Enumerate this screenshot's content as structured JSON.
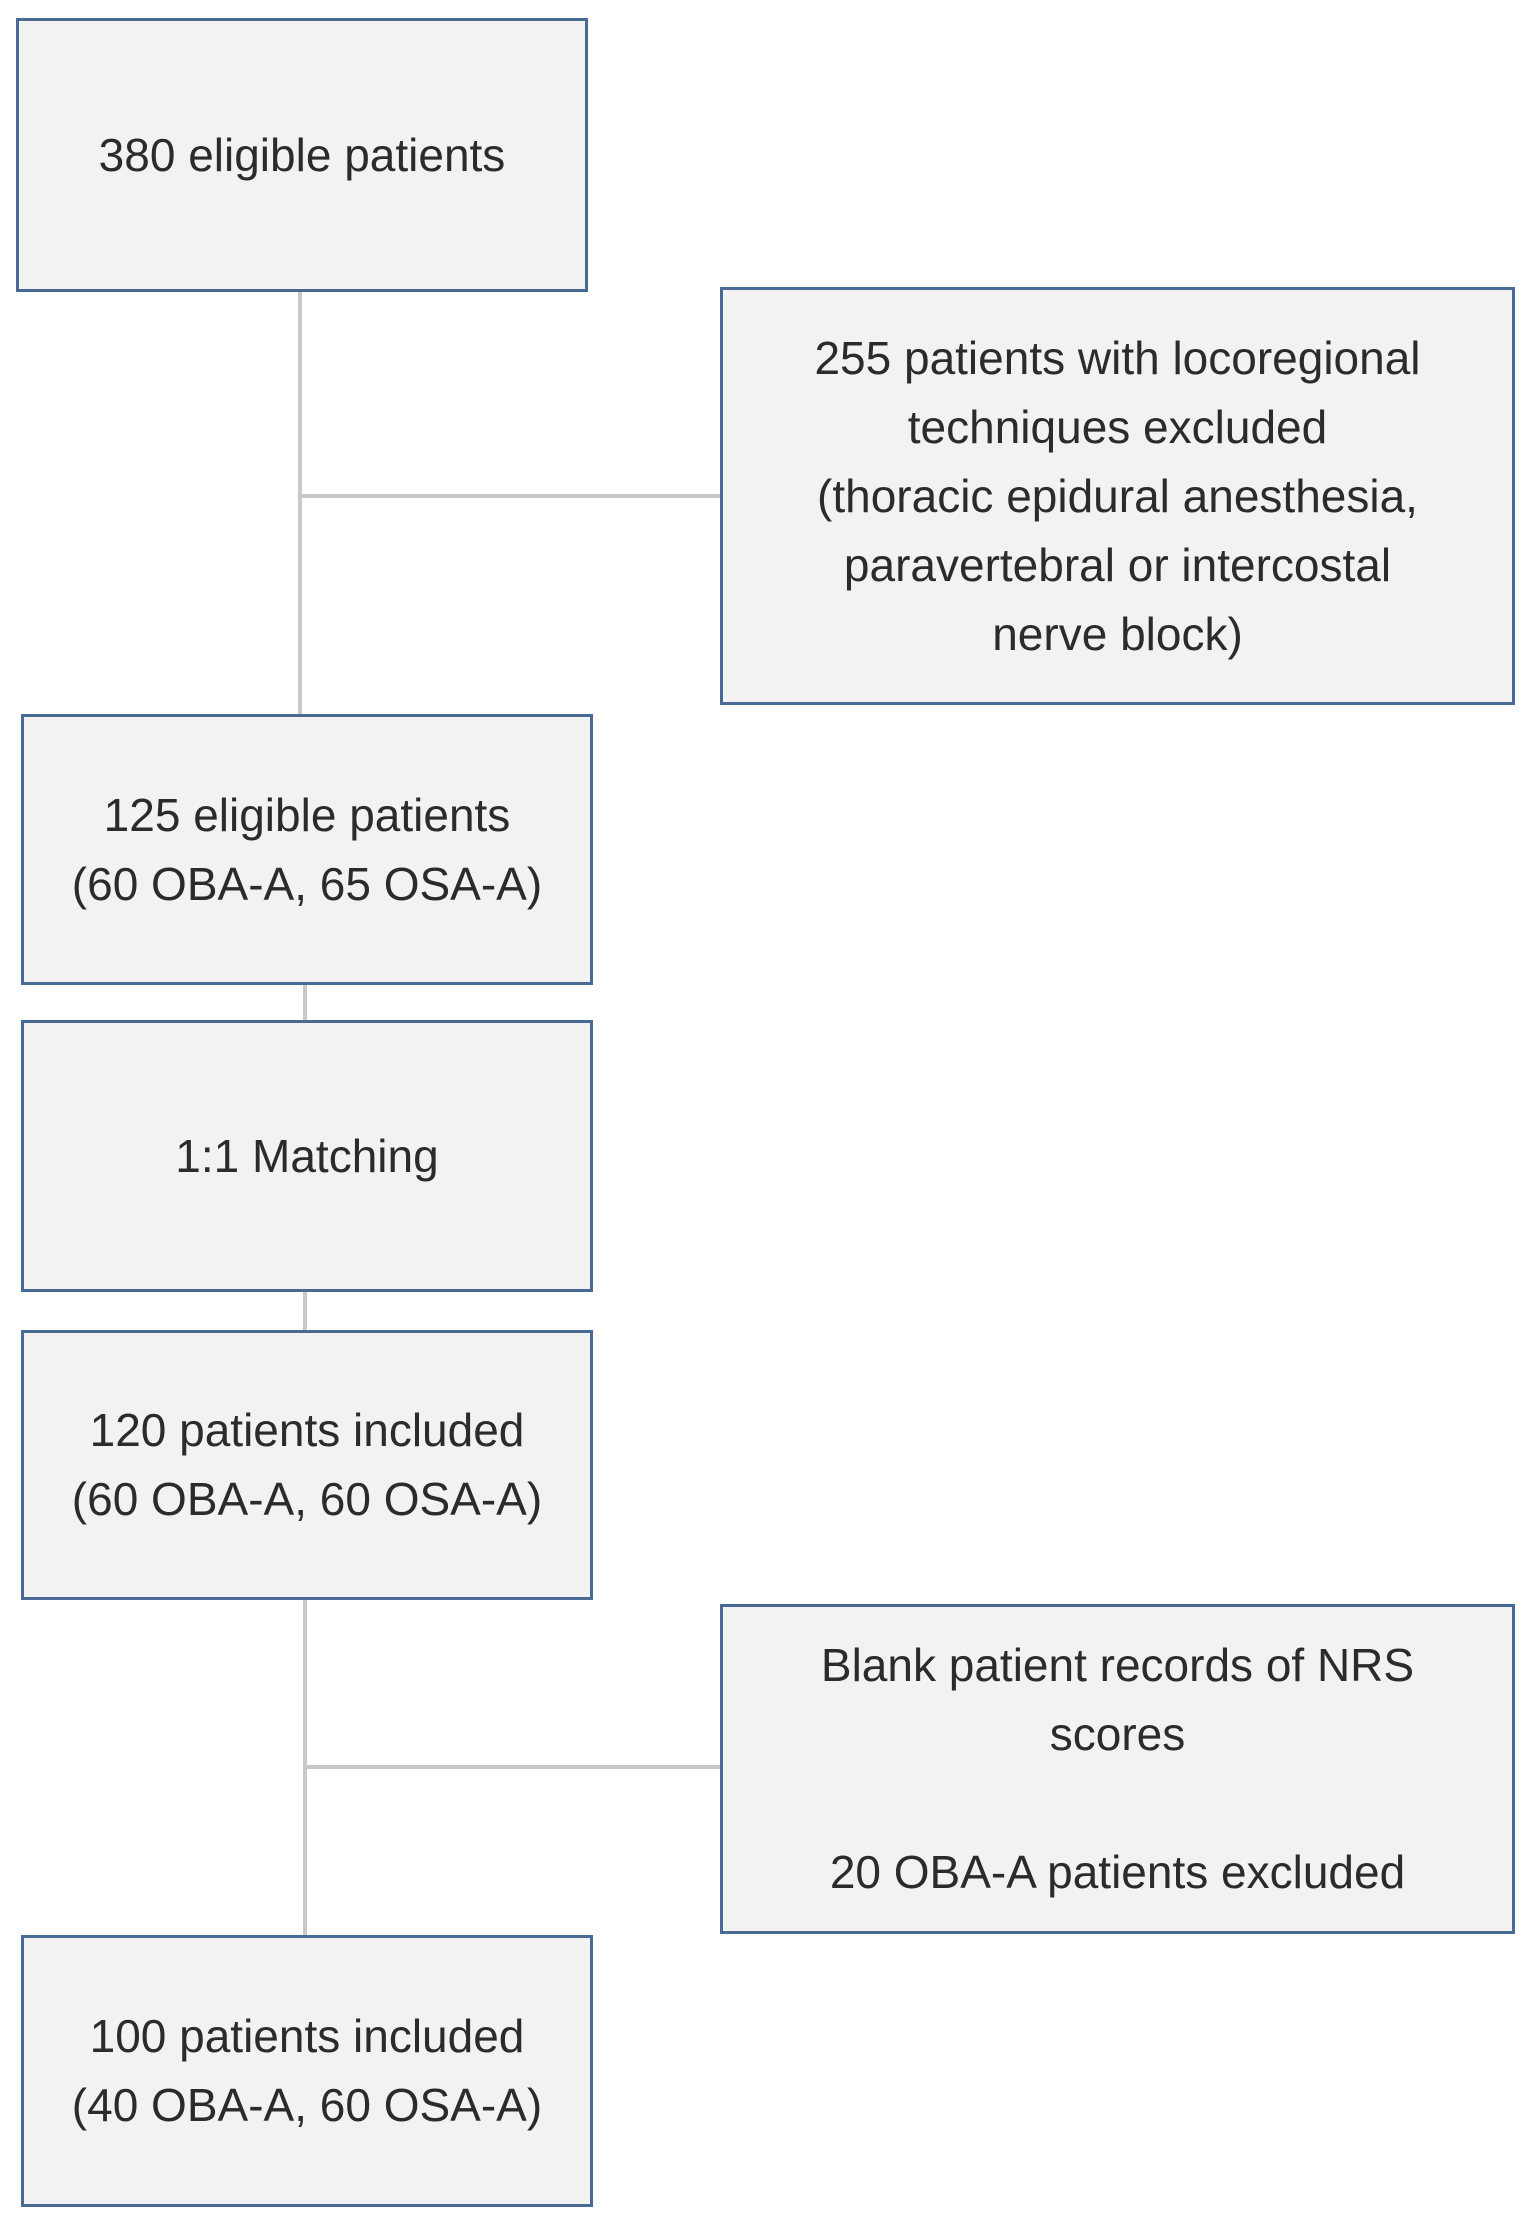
{
  "boxes": {
    "eligible_380": {
      "lines": [
        "380 eligible patients"
      ]
    },
    "excluded_locoregional": {
      "lines": [
        "255 patients with locoregional",
        "techniques excluded",
        "(thoracic epidural anesthesia,",
        "paravertebral or intercostal",
        "nerve block)"
      ]
    },
    "eligible_125": {
      "lines": [
        "125 eligible patients",
        "(60 OBA-A, 65 OSA-A)"
      ]
    },
    "matching": {
      "lines": [
        "1:1 Matching"
      ]
    },
    "included_120": {
      "lines": [
        "120 patients included",
        "(60 OBA-A, 60 OSA-A)"
      ]
    },
    "excluded_blank_nrs": {
      "lines": [
        "Blank patient records of NRS",
        "scores",
        "20 OBA-A patients excluded"
      ]
    },
    "included_100": {
      "lines": [
        "100 patients included",
        "(40 OBA-A, 60 OSA-A)"
      ]
    }
  },
  "colors": {
    "box_fill": "#f2f2f2",
    "box_border": "#4a6a96",
    "connector": "#c9c9c9",
    "text": "#2b2b2b"
  }
}
